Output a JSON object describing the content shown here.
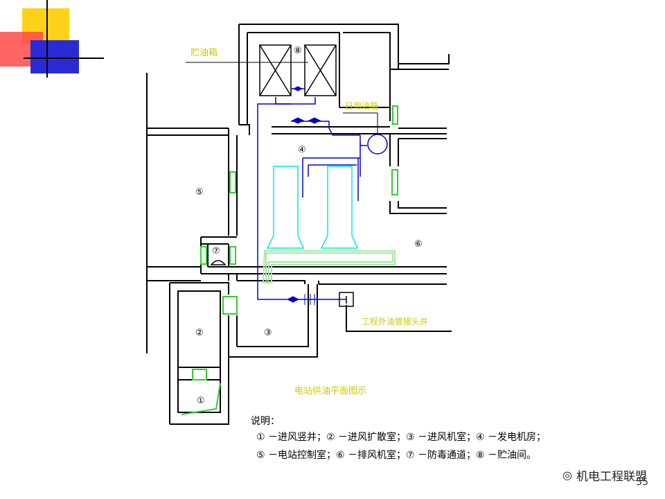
{
  "labels": {
    "oil_tank": "贮油箱",
    "daily_tank": "日用油箱",
    "external_well": "工程外油管接头井",
    "caption": "电站供油平面图示"
  },
  "rooms": [
    "①",
    "②",
    "③",
    "④",
    "⑤",
    "⑥",
    "⑦",
    "⑧"
  ],
  "legend": {
    "title": "说明：",
    "line1": "① －进风竖井；② －进风扩散室；③ －进风机室；④ －发电机房；",
    "line2": "⑤ －电站控制室；⑥ －排风机室；⑦ －防毒通道；⑧ －贮油间。"
  },
  "watermark": "机电工程联盟",
  "page_number": "55",
  "colors": {
    "wall": "#000000",
    "pipe": "#0000cc",
    "generator": "#00e5ee",
    "door": "#33cc33",
    "label": "#cccc00",
    "logo_yellow": "#ffd21a",
    "logo_red": "#ff3030",
    "logo_blue": "#2b2bd6"
  }
}
